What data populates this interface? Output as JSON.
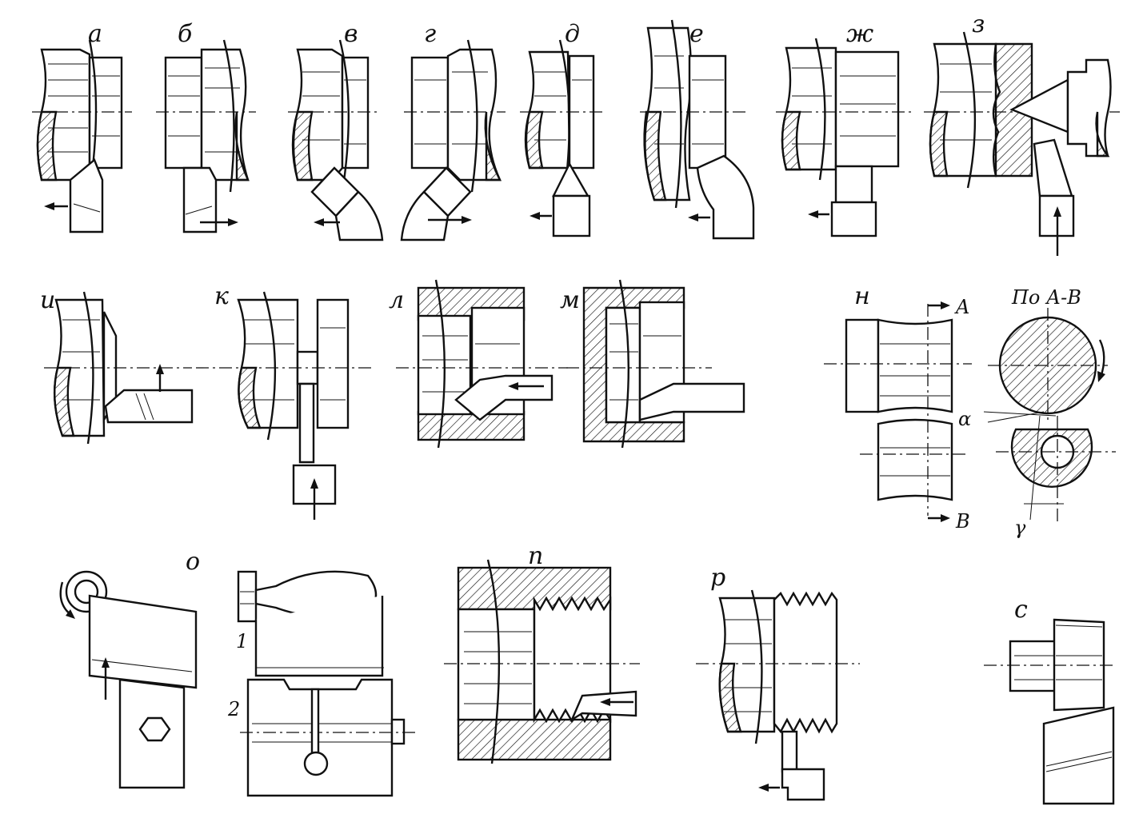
{
  "figure": {
    "labels": {
      "a": "а",
      "b": "б",
      "v": "в",
      "g": "г",
      "d": "д",
      "e": "е",
      "zh": "ж",
      "z": "з",
      "i": "и",
      "k": "к",
      "l": "л",
      "m": "м",
      "n": "н",
      "section": "По А-В",
      "o": "о",
      "p": "п",
      "r": "р",
      "s": "с"
    },
    "section_marks": {
      "a": "A",
      "b": "B"
    },
    "angles": {
      "alpha": "α",
      "gamma": "γ"
    },
    "numbers": {
      "one": "1",
      "two": "2"
    }
  }
}
